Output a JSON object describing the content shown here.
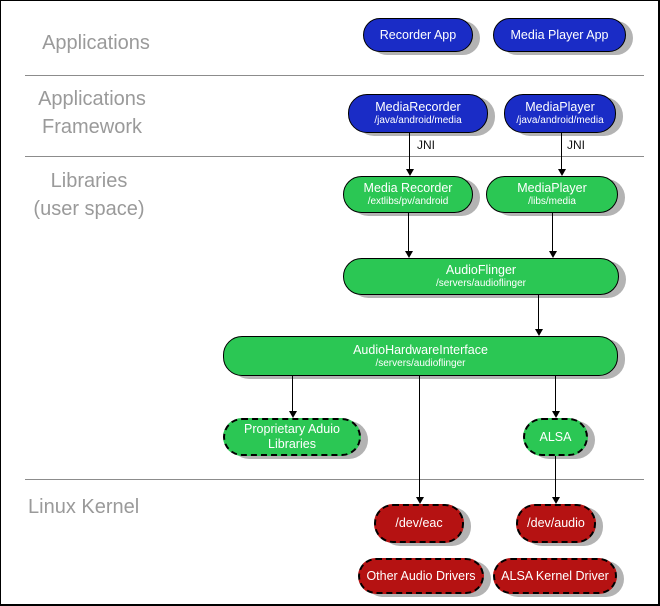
{
  "sections": {
    "applications": "Applications",
    "applications_framework": "Applications\nFramework",
    "libraries": "Libraries\n(user space)",
    "linux_kernel": "Linux Kernel"
  },
  "nodes": [
    {
      "id": "recorder-app",
      "title": "Recorder App",
      "layer": "applications",
      "color": "blue",
      "border": "solid"
    },
    {
      "id": "media-player-app",
      "title": "Media Player App",
      "layer": "applications",
      "color": "blue",
      "border": "solid"
    },
    {
      "id": "mediarecorder-framework",
      "title": "MediaRecorder",
      "subtitle": "/java/android/media",
      "layer": "applications-framework",
      "color": "blue",
      "border": "solid"
    },
    {
      "id": "mediaplayer-framework",
      "title": "MediaPlayer",
      "subtitle": "/java/android/media",
      "layer": "applications-framework",
      "color": "blue",
      "border": "solid"
    },
    {
      "id": "media-recorder-lib",
      "title": "Media Recorder",
      "subtitle": "/extlibs/pv/android",
      "layer": "libraries",
      "color": "green",
      "border": "solid"
    },
    {
      "id": "mediaplayer-lib",
      "title": "MediaPlayer",
      "subtitle": "/libs/media",
      "layer": "libraries",
      "color": "green",
      "border": "solid"
    },
    {
      "id": "audioflinger",
      "title": "AudioFlinger",
      "subtitle": "/servers/audioflinger",
      "layer": "libraries",
      "color": "green",
      "border": "solid"
    },
    {
      "id": "audiohardwareinterface",
      "title": "AudioHardwareInterface",
      "subtitle": "/servers/audioflinger",
      "layer": "libraries",
      "color": "green",
      "border": "solid"
    },
    {
      "id": "proprietary-audio-libraries",
      "title": "Proprietary Aduio\nLibraries",
      "layer": "libraries",
      "color": "green",
      "border": "dashed"
    },
    {
      "id": "alsa",
      "title": "ALSA",
      "layer": "libraries",
      "color": "green",
      "border": "dashed"
    },
    {
      "id": "dev-eac",
      "title": "/dev/eac",
      "layer": "linux-kernel",
      "color": "red",
      "border": "dashed"
    },
    {
      "id": "dev-audio",
      "title": "/dev/audio",
      "layer": "linux-kernel",
      "color": "red",
      "border": "dashed"
    },
    {
      "id": "other-audio-drivers",
      "title": "Other Audio Drivers",
      "layer": "linux-kernel",
      "color": "red",
      "border": "dashed"
    },
    {
      "id": "alsa-kernel-driver",
      "title": "ALSA Kernel Driver",
      "layer": "linux-kernel",
      "color": "red",
      "border": "dashed"
    }
  ],
  "edges": [
    {
      "from": "mediarecorder-framework",
      "to": "media-recorder-lib",
      "label": "JNI"
    },
    {
      "from": "mediaplayer-framework",
      "to": "mediaplayer-lib",
      "label": "JNI"
    },
    {
      "from": "media-recorder-lib",
      "to": "audioflinger",
      "label": ""
    },
    {
      "from": "mediaplayer-lib",
      "to": "audioflinger",
      "label": ""
    },
    {
      "from": "audioflinger",
      "to": "audiohardwareinterface",
      "label": ""
    },
    {
      "from": "audiohardwareinterface",
      "to": "proprietary-audio-libraries",
      "label": ""
    },
    {
      "from": "audiohardwareinterface",
      "to": "dev-eac",
      "label": ""
    },
    {
      "from": "audiohardwareinterface",
      "to": "alsa",
      "label": ""
    },
    {
      "from": "alsa",
      "to": "dev-audio",
      "label": ""
    }
  ],
  "colors": {
    "application_blue": "#1a2cc6",
    "library_green": "#2bc754",
    "kernel_red": "#b51212",
    "shadow_gray": "#b3b3b3",
    "section_label_gray": "#9a9a9a",
    "divider_gray": "#8c8c8c"
  }
}
